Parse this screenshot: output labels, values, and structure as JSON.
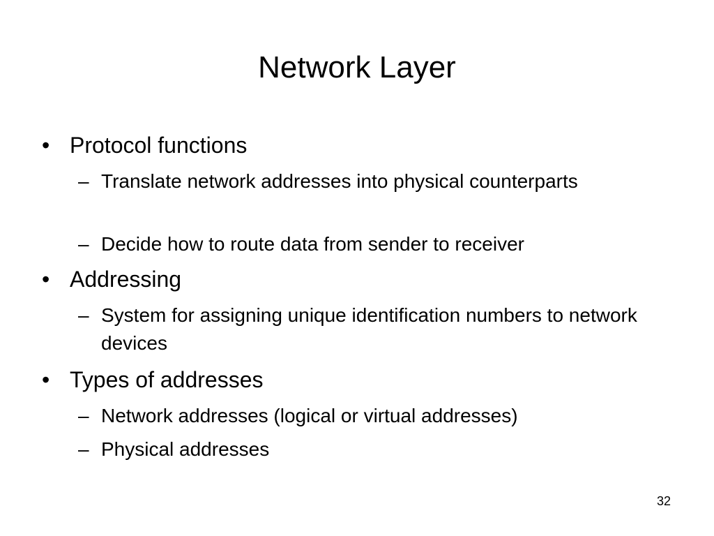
{
  "slide": {
    "title": "Network Layer",
    "page_number": "32",
    "bullets": [
      {
        "marker": "•",
        "text": "Protocol functions",
        "sub": [
          {
            "marker": "–",
            "text": "Translate network addresses into physical counterparts"
          },
          {
            "marker": "–",
            "text": "Decide how to route data from sender to receiver"
          }
        ]
      },
      {
        "marker": "•",
        "text": "Addressing",
        "sub": [
          {
            "marker": "–",
            "text": "System for assigning unique identification numbers to network devices"
          }
        ]
      },
      {
        "marker": "•",
        "text": "Types of addresses",
        "sub": [
          {
            "marker": "–",
            "text": "Network addresses (logical or virtual addresses)"
          },
          {
            "marker": "–",
            "text": "Physical addresses"
          }
        ]
      }
    ]
  }
}
